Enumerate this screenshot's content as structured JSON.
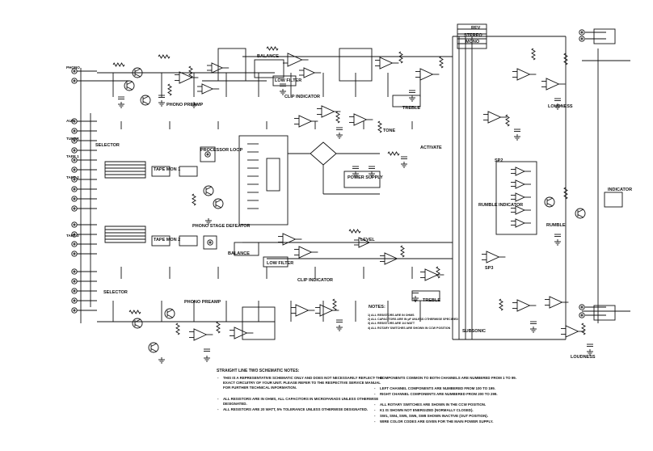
{
  "schematic": {
    "left_inputs": [
      "PHONO",
      "AUX",
      "TUNER",
      "TAPE 1",
      "TAPE 2",
      "TAPE 2"
    ],
    "blocks": {
      "phono_preamp_top": "PHONO PREAMP",
      "phono_preamp_bottom": "PHONO PREAMP",
      "clip_indicator_top": "CLIP INDICATOR",
      "clip_indicator_bottom": "CLIP INDICATOR",
      "balance_top": "BALANCE",
      "balance_bottom": "BALANCE",
      "low_filter_top": "LOW FILTER",
      "low_filter_bottom": "LOW FILTER",
      "treble_top": "TREBLE",
      "treble_bottom": "TREBLE",
      "loudness_top": "LOUDNESS",
      "loudness_bottom": "LOUDNESS",
      "selector_top": "SELECTOR",
      "selector_bottom": "SELECTOR",
      "tape_mon1": "TAPE MON 1",
      "tape_mon2": "TAPE MON 2",
      "processor_loop": "PROCESSOR LOOP",
      "power_supply": "POWER SUPPLY",
      "tone": "TONE",
      "activate": "ACTIVATE",
      "phono_stage_defeat": "PHONO STAGE DEFEATOR",
      "sp2": "SP2",
      "sp3": "SP3",
      "rumble_indicator": "RUMBLE INDICATOR",
      "rumble": "RUMBLE",
      "stereo": "STEREO",
      "mono": "MONO",
      "rev": "REV",
      "level": "LEVEL",
      "subsonic": "SUBSONIC",
      "indicator": "INDICATOR",
      "notes_label": "NOTES:"
    },
    "small_notes": [
      "1) ALL RESISTORS ARE IN OHMS",
      "2) ALL CAPACITORS ARE IN µF UNLESS OTHERWISE SPECIFIED",
      "3) ALL RESISTORS ARE 1/4 WATT",
      "4) ALL ROTARY SWITCHES ARE SHOWN IN CCW POSITION"
    ]
  },
  "notes": {
    "title": "STRAIGHT LINE TWO SCHEMATIC NOTES:",
    "left": [
      "THIS IS A REPRESENTATIVE SCHEMATIC ONLY AND DOES NOT NECESSARILY REFLECT THE EXACT CIRCUITRY OF YOUR UNIT. PLEASE REFER TO THE RESPECTIVE SERVICE MANUAL FOR FURTHER TECHNICAL INFORMATION.",
      "ALL RESISTORS ARE IN OHMS, ALL CAPACITORS IN MICROFARADS UNLESS OTHERWISE DESIGNATED.",
      "ALL RESISTORS ARE 20 WATT, 5% TOLERANCE UNLESS OTHERWISE DESIGNATED."
    ],
    "right": [
      "COMPONENTS COMMON TO BOTH CHANNELS ARE NUMBERED FROM 1 TO 99.",
      "LEFT CHANNEL COMPONENTS ARE NUMBERED FROM 100 TO 199.",
      "RIGHT CHANNEL COMPONENTS ARE NUMBERED FROM 200 TO 299.",
      "ALL ROTARY SWITCHES ARE SHOWN IN THE CCW POSITION.",
      "K1 IS SHOWN NOT ENERGIZED (NORMALLY CLOSED).",
      "SW1, SW4, SW5, SW6, SW8 SHOWN INACTIVE (OUT POSITION).",
      "WIRE COLOR CODES ARE GIVEN FOR THE MAIN POWER SUPPLY."
    ]
  },
  "colors": {
    "ink": "#111111",
    "paper": "#ffffff"
  }
}
